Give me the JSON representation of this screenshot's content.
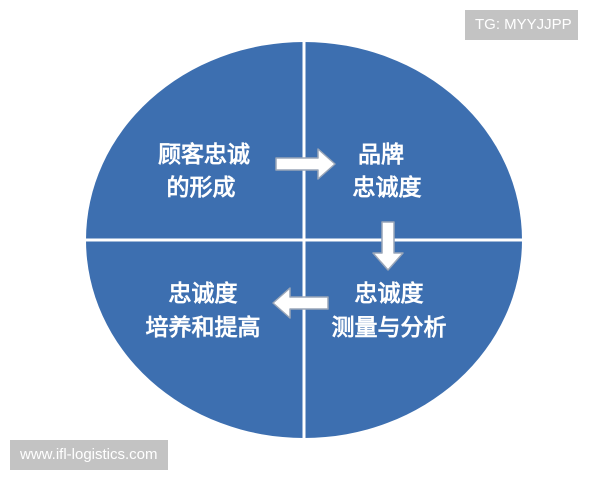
{
  "colors": {
    "fill": "#3d6fb0",
    "divider": "#ffffff",
    "text": "#ffffff",
    "arrow_fill": "#ffffff",
    "arrow_stroke": "#9aa6b8"
  },
  "quadrants": {
    "top_left": {
      "line1": "顾客忠诚",
      "line2": "的形成"
    },
    "top_right": {
      "line1": "品牌",
      "line2": "忠诚度"
    },
    "bottom_right": {
      "line1": "忠诚度",
      "line2": "测量与分析"
    },
    "bottom_left": {
      "line1": "忠诚度",
      "line2": "培养和提高"
    }
  },
  "arrows": {
    "top": "right-arrow-icon",
    "right": "down-arrow-icon",
    "bottom": "left-arrow-icon"
  },
  "watermarks": {
    "top_right": "TG: MYYJJPP",
    "bottom_left": "www.ifl-logistics.com"
  }
}
